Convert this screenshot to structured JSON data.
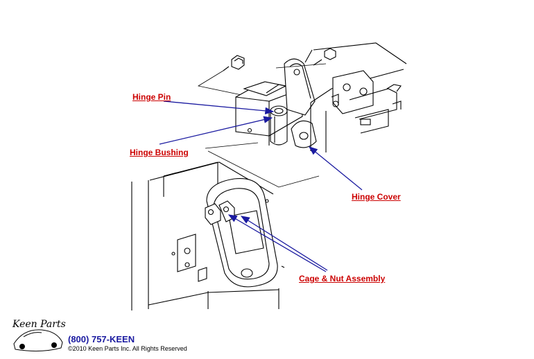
{
  "callouts": {
    "hinge_pin": "Hinge Pin",
    "hinge_bushing": "Hinge Bushing",
    "hinge_cover": "Hinge Cover",
    "cage_nut": "Cage & Nut Assembly"
  },
  "footer": {
    "phone": "(800) 757-KEEN",
    "copyright": "©2010 Keen Parts Inc. All Rights Reserved"
  },
  "logo": {
    "text": "Keen Parts"
  },
  "colors": {
    "label": "#cc0000",
    "arrow": "#1a1aa0",
    "line": "#000000"
  }
}
